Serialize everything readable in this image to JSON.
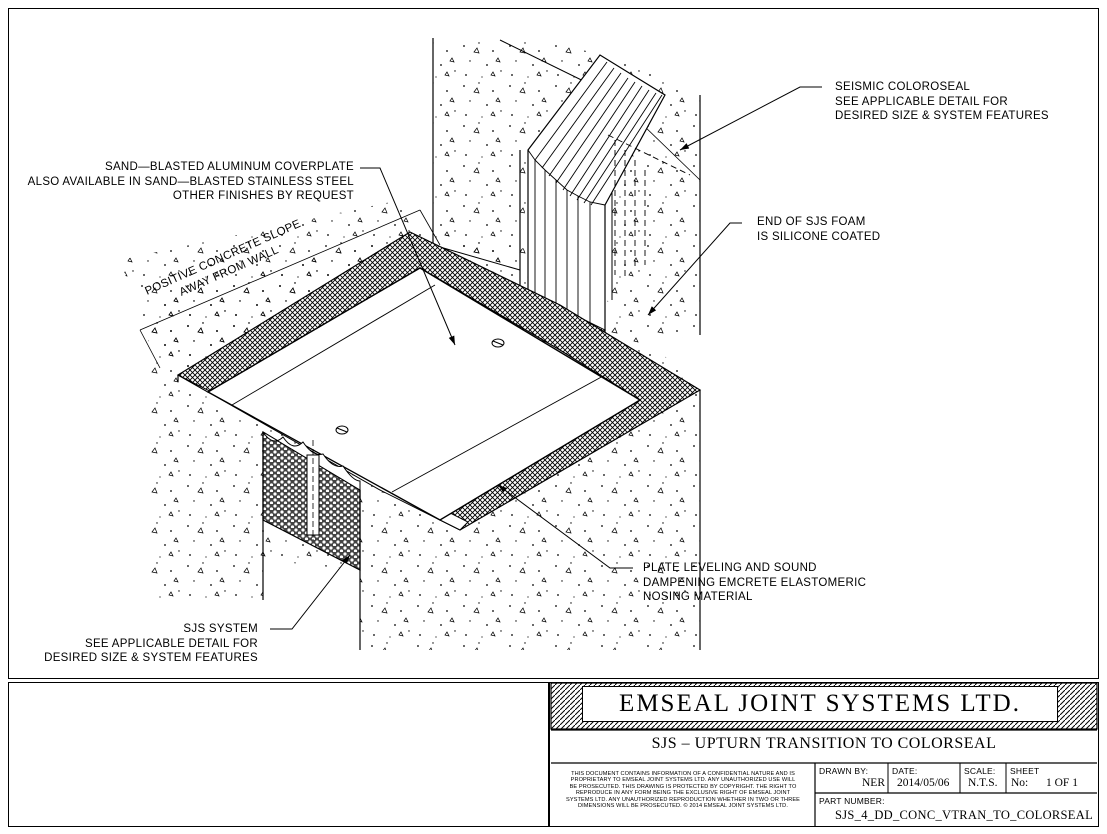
{
  "callouts": {
    "seismic": [
      "SEISMIC COLOROSEAL",
      "SEE APPLICABLE DETAIL FOR",
      "DESIRED SIZE & SYSTEM FEATURES"
    ],
    "coverplate": [
      "SAND—BLASTED ALUMINUM COVERPLATE",
      "ALSO AVAILABLE IN SAND—BLASTED STAINLESS STEEL",
      "OTHER FINISHES BY REQUEST"
    ],
    "foam": [
      "END OF SJS FOAM",
      "IS SILICONE COATED"
    ],
    "slope": [
      "POSITIVE CONCRETE SLOPE",
      "AWAY FROM WALL"
    ],
    "nosing": [
      "PLATE LEVELING AND SOUND",
      "DAMPENING EMCRETE ELASTOMERIC",
      "NOSING MATERIAL"
    ],
    "sjs": [
      "SJS SYSTEM",
      "SEE APPLICABLE DETAIL FOR",
      "DESIRED SIZE & SYSTEM FEATURES"
    ]
  },
  "title_block": {
    "company": "EMSEAL JOINT SYSTEMS LTD.",
    "title": "SJS – UPTURN TRANSITION TO COLORSEAL",
    "legal": [
      "THIS DOCUMENT CONTAINS INFORMATION OF A CONFIDENTIAL NATURE AND IS",
      "PROPRIETARY TO EMSEAL JOINT SYSTEMS LTD. ANY UNAUTHORIZED USE WILL",
      "BE PROSECUTED. THIS DRAWING IS PROTECTED BY COPYRIGHT. THE RIGHT TO",
      "REPRODUCE IN ANY FORM BEING THE EXCLUSIVE RIGHT OF EMSEAL JOINT",
      "SYSTEMS LTD. ANY UNAUTHORIZED REPRODUCTION WHETHER IN TWO OR THREE",
      "DIMENSIONS WILL BE PROSECUTED. © 2014 EMSEAL JOINT SYSTEMS LTD."
    ],
    "drawn_by_label": "DRAWN BY:",
    "drawn_by": "NER",
    "date_label": "DATE:",
    "date": "2014/05/06",
    "scale_label": "SCALE:",
    "scale": "N.T.S.",
    "sheet_label": "SHEET",
    "sheet_no_label": "No:",
    "sheet": "1 OF 1",
    "part_label": "PART NUMBER:",
    "part": "SJS_4_DD_CONC_VTRAN_TO_COLORSEAL"
  }
}
